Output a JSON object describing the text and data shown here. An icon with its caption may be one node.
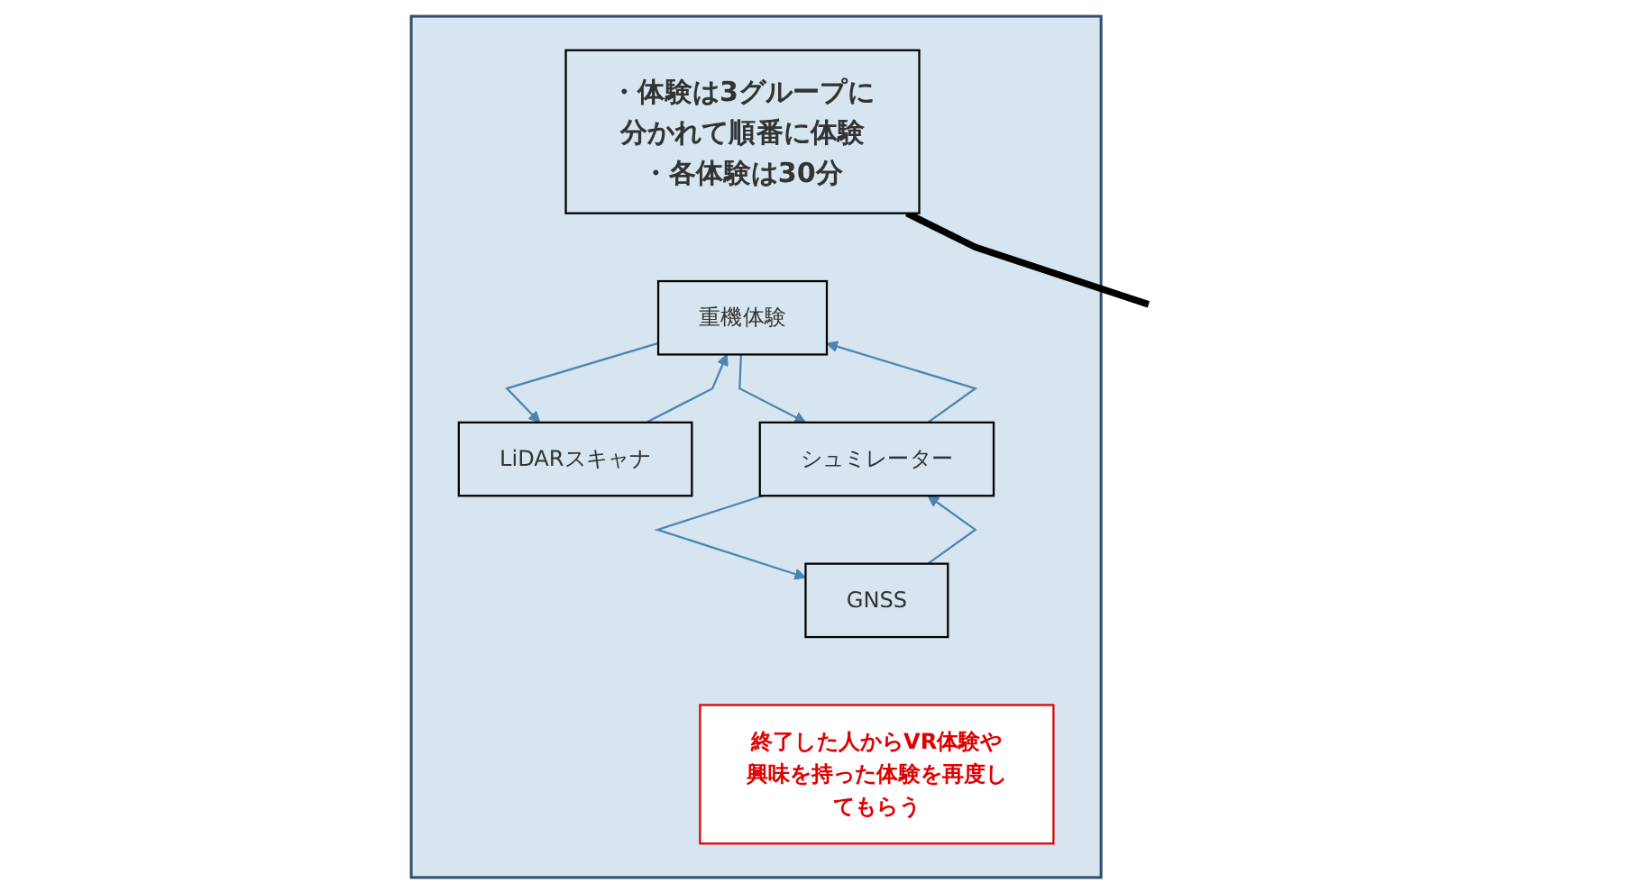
{
  "diagram": {
    "nodes": [
      {
        "text": [],
        "shape": "box"
      },
      {
        "text": [
          "・体験は3グループに分かれて順番に体験",
          "・各体験は30分"
        ],
        "in": 0
      },
      {
        "text": [
          "重機体験"
        ],
        "in": 0
      },
      {
        "text": [
          "LiDARスキャナ"
        ],
        "in": 0
      },
      {
        "text": [
          "GNSS"
        ],
        "in": 0
      },
      {
        "text": [
          "シュミレーター"
        ],
        "in": 0
      },
      {
        "text": [
          "終了した人からVR体験や興味を持った体験を再度してもらう"
        ],
        "in": 0
      }
    ],
    "edges": [
      {
        "from": 1,
        "to": null,
        "arrow": "none",
        "style": "thick",
        "color": "#000000"
      },
      {
        "from": 3,
        "to": 2,
        "arrow": "to"
      },
      {
        "from": 2,
        "to": 3,
        "arrow": "to"
      },
      {
        "from": 2,
        "to": 5,
        "arrow": "to"
      },
      {
        "from": 5,
        "to": 2,
        "arrow": "to"
      },
      {
        "from": 4,
        "to": 5,
        "arrow": "to"
      },
      {
        "from": 5,
        "to": 4,
        "arrow": "to"
      }
    ]
  }
}
